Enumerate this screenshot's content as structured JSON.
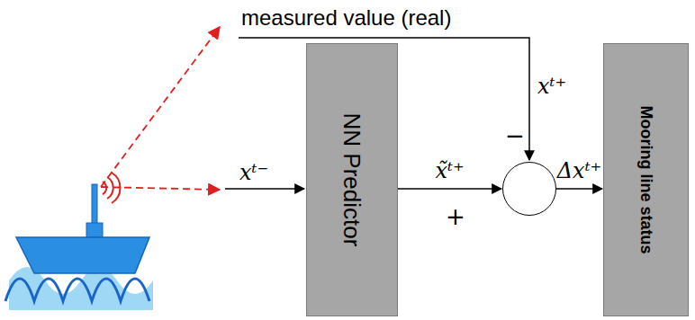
{
  "diagram": {
    "nodes": [
      {
        "text": [
          "NN Predictor"
        ]
      },
      {
        "text": [
          "−",
          "+"
        ]
      },
      {
        "text": [
          "Mooring line status"
        ]
      }
    ],
    "edges": [
      {
        "from": 0,
        "to": 1,
        "arrow": "to",
        "label": "x̃ᵗ⁺"
      },
      {
        "from": 1,
        "to": 2,
        "arrow": "to",
        "label": "Δxᵗ⁺"
      }
    ],
    "labels": [
      "measured value (real)",
      "xᵗ⁻",
      "xᵗ⁺"
    ]
  }
}
